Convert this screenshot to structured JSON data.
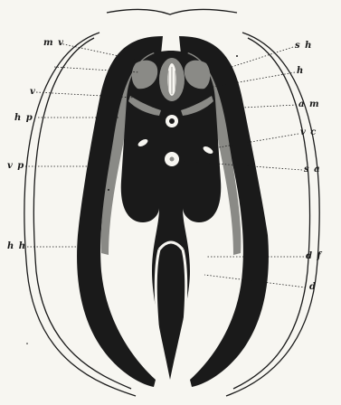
{
  "labels": {
    "mv": "m v",
    "v": "v",
    "hp": "h p",
    "vp": "v p",
    "hh": "h h",
    "sh": "s h",
    "h": "h",
    "am": "a m",
    "vc": "v c",
    "sa": "s a",
    "df": "d f",
    "d": "d"
  },
  "colors": {
    "ink": "#1a1a1a",
    "paper": "#f7f6f1",
    "mid_gray": "#8a8a86"
  }
}
